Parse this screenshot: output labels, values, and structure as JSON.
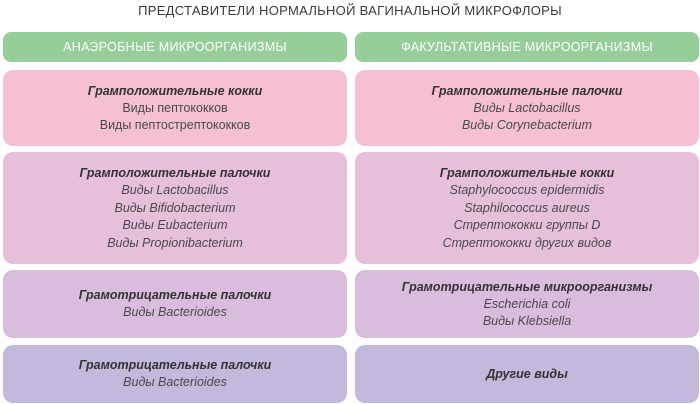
{
  "title": "ПРЕДСТАВИТЕЛИ НОРМАЛЬНОЙ ВАГИНАЛЬНОЙ МИКРОФЛОРЫ",
  "columns": [
    {
      "header": "АНАЭРОБНЫЕ МИКРООРГАНИЗМЫ",
      "boxes": [
        {
          "heading": "Грамположительные кокки",
          "items": [
            "Виды пептококков",
            "Виды пептострептококков"
          ]
        },
        {
          "heading": "Грамположительные палочки",
          "items": [
            "Виды Lactobacillus",
            "Виды Bifidobacterium",
            "Виды Eubacterium",
            "Виды Propionibacterium"
          ]
        },
        {
          "heading": "Грамотрицательные палочки",
          "items": [
            "Виды Bacterioides"
          ]
        },
        {
          "heading": "Грамотрицательные палочки",
          "items": [
            "Виды Bacterioides"
          ]
        }
      ]
    },
    {
      "header": "ФАКУЛЬТАТИВНЫЕ МИКРООРГАНИЗМЫ",
      "boxes": [
        {
          "heading": "Грамположительные палочки",
          "items": [
            "Виды Lactobacillus",
            "Виды Corynebacterium"
          ]
        },
        {
          "heading": "Грамположительные кокки",
          "items": [
            "Staphylococcus epidermidis",
            "Staphilococcus aureus",
            "Стрептококки группы D",
            "Стрептококки других видов"
          ]
        },
        {
          "heading": "Грамотрицательные микроорганизмы",
          "items": [
            "Escherichia coli",
            "Виды Klebsiella"
          ]
        },
        {
          "heading": "Другие виды",
          "items": []
        }
      ]
    }
  ],
  "colors": {
    "header_bg": "#97cd99",
    "row1_bg": "#f5bfd4",
    "row2_bg": "#e6bfda",
    "row3_bg": "#d9bddc",
    "row4_bg": "#c2b9dc"
  }
}
